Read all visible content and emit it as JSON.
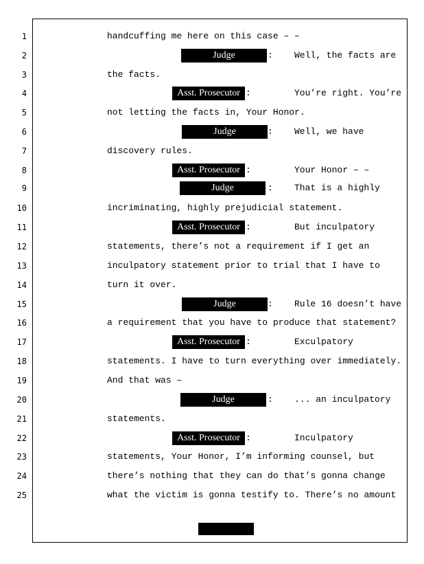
{
  "lines": [
    {
      "n": "1",
      "text": "handcuffing me here on this case – –"
    },
    {
      "n": "2",
      "speaker": "Judge",
      "colon": ":",
      "text": "Well, the facts are"
    },
    {
      "n": "3",
      "text": "the facts."
    },
    {
      "n": "4",
      "speaker": "Asst. Prosecutor",
      "colon": ":",
      "text": "You’re right. You’re"
    },
    {
      "n": "5",
      "text": "not letting the facts in, Your Honor."
    },
    {
      "n": "6",
      "speaker": "Judge",
      "colon": ":",
      "text": "Well, we have"
    },
    {
      "n": "7",
      "text": "discovery rules."
    },
    {
      "n": "8",
      "speaker": "Asst. Prosecutor",
      "colon": ":",
      "text": "Your Honor – –"
    },
    {
      "n": "9",
      "speaker": "Judge",
      "colon": ":",
      "text": "That is a highly"
    },
    {
      "n": "10",
      "text": "incriminating, highly prejudicial statement."
    },
    {
      "n": "11",
      "speaker": "Asst. Prosecutor",
      "colon": ":",
      "text": "But inculpatory"
    },
    {
      "n": "12",
      "text": "statements, there’s not a requirement if I get an"
    },
    {
      "n": "13",
      "text": "inculpatory statement prior to trial that I have to"
    },
    {
      "n": "14",
      "text": "turn it over."
    },
    {
      "n": "15",
      "speaker": "Judge",
      "colon": ":",
      "text": "Rule 16 doesn’t have"
    },
    {
      "n": "16",
      "text": "a requirement that you have to produce that statement?"
    },
    {
      "n": "17",
      "speaker": "Asst. Prosecutor",
      "colon": ":",
      "text": "Exculpatory"
    },
    {
      "n": "18",
      "text": "statements. I have to turn everything over immediately."
    },
    {
      "n": "19",
      "text": "And that was –"
    },
    {
      "n": "20",
      "speaker": "Judge",
      "colon": ":",
      "text": "... an inculpatory"
    },
    {
      "n": "21",
      "text": "statements."
    },
    {
      "n": "22",
      "speaker": "Asst. Prosecutor",
      "colon": ":",
      "text": "Inculpatory"
    },
    {
      "n": "23",
      "text": "statements, Your Honor, I’m informing counsel, but"
    },
    {
      "n": "24",
      "text": "there’s nothing that they can do that’s gonna change"
    },
    {
      "n": "25",
      "text": "what the victim is gonna testify to. There’s no amount"
    }
  ]
}
